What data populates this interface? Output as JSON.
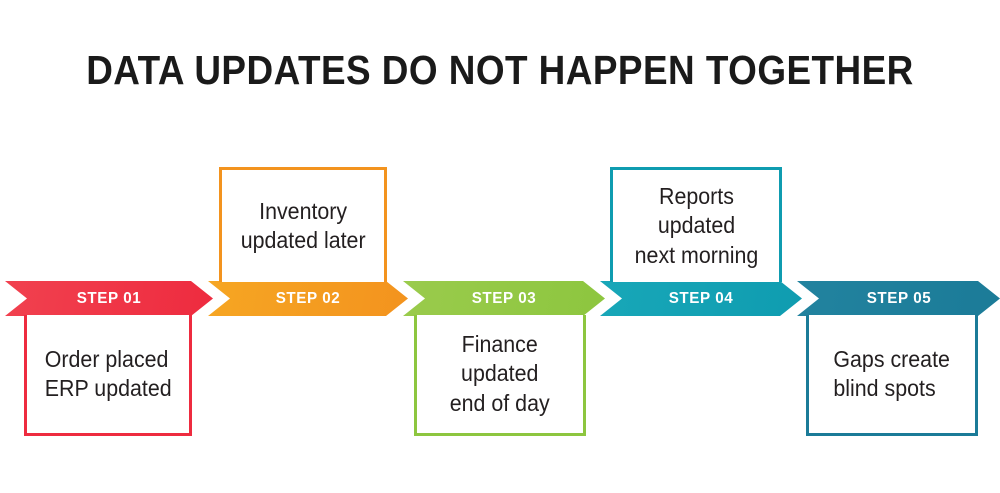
{
  "page": {
    "title": "DATA UPDATES DO NOT HAPPEN TOGETHER",
    "background_color": "#ffffff",
    "title_color": "#1a1a1a",
    "body_text_color": "#231f20"
  },
  "steps": [
    {
      "label": "STEP 01",
      "text": "Order placed\nERP updated",
      "color": "#ee2b3f",
      "color_light": "#f1414f",
      "position": "below",
      "text_align": "left"
    },
    {
      "label": "STEP 02",
      "text": "Inventory\nupdated later",
      "color": "#f3931e",
      "color_light": "#f6a623",
      "position": "above",
      "text_align": "center"
    },
    {
      "label": "STEP 03",
      "text": "Finance\nupdated\nend of day",
      "color": "#8dc63f",
      "color_light": "#9acb4c",
      "position": "below",
      "text_align": "center"
    },
    {
      "label": "STEP 04",
      "text": "Reports\nupdated\nnext morning",
      "color": "#0f9cb0",
      "color_light": "#18a7b8",
      "position": "above",
      "text_align": "center"
    },
    {
      "label": "STEP 05",
      "text": "Gaps create\nblind spots",
      "color": "#1b7b98",
      "color_light": "#22839f",
      "position": "below",
      "text_align": "left"
    }
  ]
}
